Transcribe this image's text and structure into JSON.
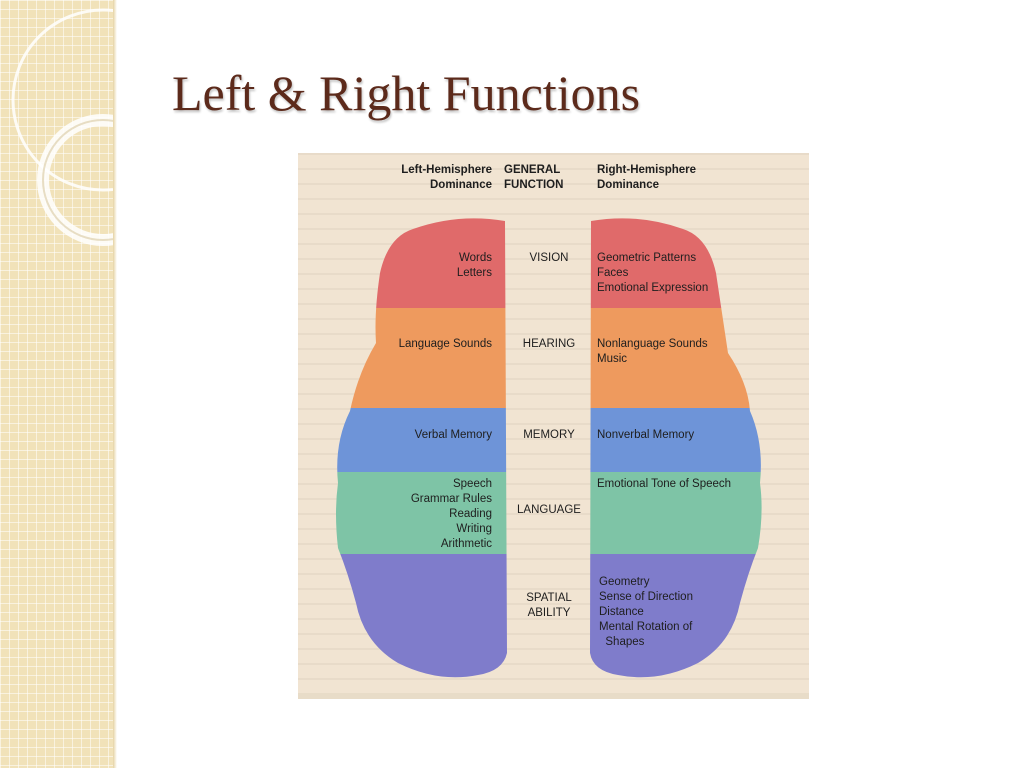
{
  "slide": {
    "title": "Left & Right Functions"
  },
  "figure": {
    "headers": {
      "left": "Left-Hemisphere\nDominance",
      "center": "GENERAL\nFUNCTION",
      "right": "Right-Hemisphere\nDominance"
    },
    "rows": [
      {
        "function": "VISION",
        "left": "Words\nLetters",
        "right": "Geometric Patterns\nFaces\nEmotional Expression",
        "color": "#e06a6a"
      },
      {
        "function": "HEARING",
        "left": "Language Sounds",
        "right": "Nonlanguage Sounds\nMusic",
        "color": "#ee9a5e"
      },
      {
        "function": "MEMORY",
        "left": "Verbal Memory",
        "right": "Nonverbal Memory",
        "color": "#6e94d8"
      },
      {
        "function": "LANGUAGE",
        "left": "Speech\nGrammar Rules\nReading\nWriting\nArithmetic",
        "right": "Emotional Tone of Speech",
        "color": "#7ec4a6"
      },
      {
        "function": "SPATIAL\nABILITY",
        "left": "",
        "right": "Geometry\nSense of Direction\nDistance\nMental Rotation of\n  Shapes",
        "color": "#7f7ccb"
      }
    ]
  }
}
